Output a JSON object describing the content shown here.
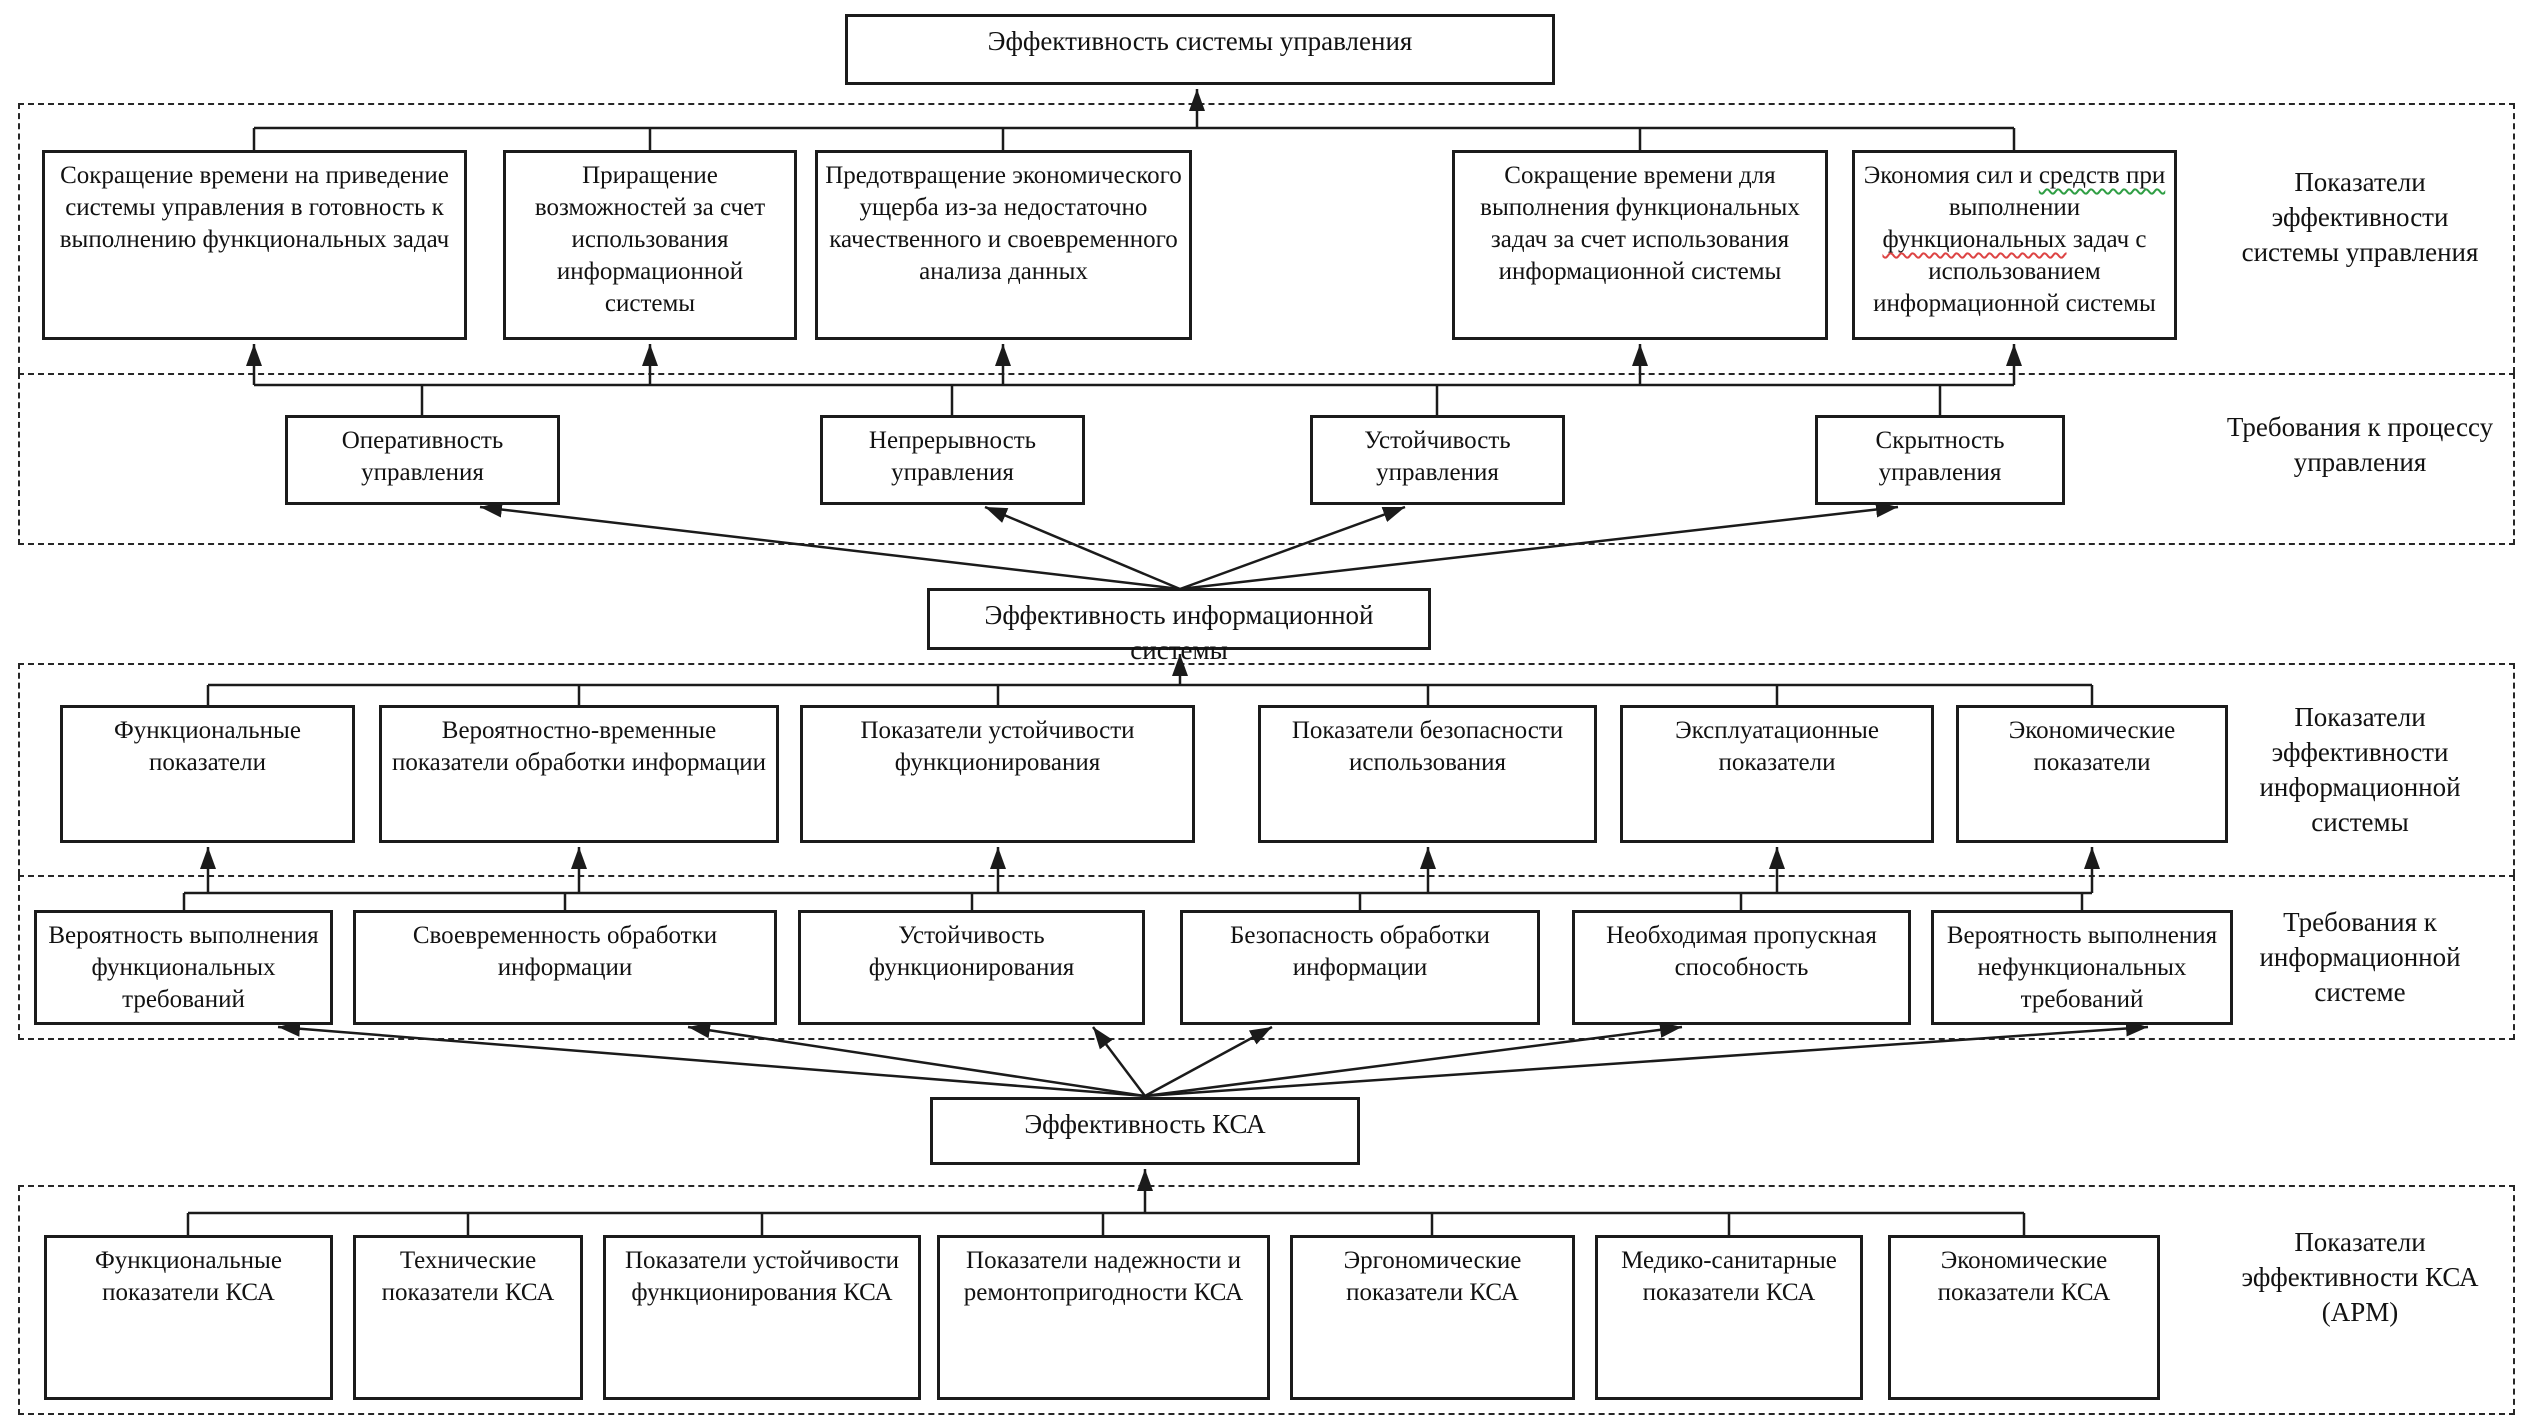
{
  "diagram": {
    "title_nodes": {
      "management": "Эффективность системы управления",
      "information_system": "Эффективность информационной системы",
      "ksa": "Эффективность КСА"
    },
    "side_labels": {
      "management_indicators": "Показатели эффективности системы управления",
      "process_requirements": "Требования к процессу управления",
      "is_indicators": "Показатели эффективности информационной системы",
      "is_requirements": "Требования к информационной системе",
      "ksa_indicators": "Показатели эффективности КСА (АРМ)"
    },
    "management_indicators": [
      "Сокращение времени на приведение системы управления в готовность к выполнению функциональных задач",
      "Приращение возможностей за счет использования информационной системы",
      "Предотвращение экономического ущерба из-за недостаточно качественного и своевременного анализа данных",
      "Сокращение времени для выполнения функциональных задач за счет использования информационной системы"
    ],
    "management_indicator_5_parts": [
      {
        "t": "Экономия сил и "
      },
      {
        "t": "средств при",
        "u": "green"
      },
      {
        "t": " выполнении "
      },
      {
        "t": "функциональных",
        "u": "red"
      },
      {
        "t": " задач с использованием информационной системы"
      }
    ],
    "process_requirements": [
      "Оперативность управления",
      "Непрерывность управления",
      "Устойчивость управления",
      "Скрытность управления"
    ],
    "is_indicators": [
      "Функциональные показатели",
      "Вероятностно-временные показатели обработки информации",
      "Показатели устойчивости функционирования",
      "Показатели безопасности использования",
      "Эксплуатационные показатели",
      "Экономические показатели"
    ],
    "is_requirements": [
      "Вероятность выполнения функциональных требований",
      "Своевременность обработки информации",
      "Устойчивость функционирования",
      "Безопасность обработки информации",
      "Необходимая пропускная способность",
      "Вероятность выполнения нефункциональных требований"
    ],
    "ksa_indicators": [
      "Функциональные показатели КСА",
      "Технические показатели КСА",
      "Показатели устойчивости функционирования КСА",
      "Показатели надежности и ремонтопригодности КСА",
      "Эргономические показатели КСА",
      "Медико-санитарные показатели КСА",
      "Экономические показатели КСА"
    ]
  }
}
